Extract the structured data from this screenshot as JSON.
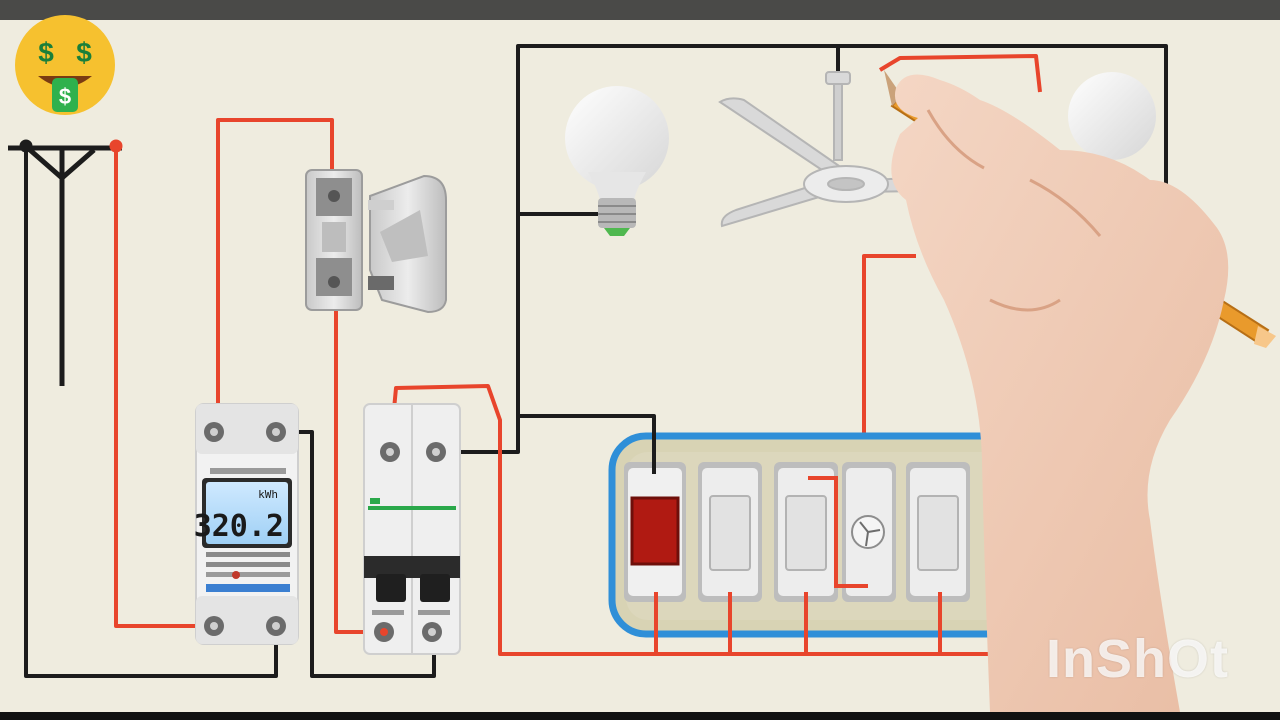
{
  "watermark": "InShOt",
  "meter": {
    "unit": "kWh",
    "reading": "320.2"
  },
  "colors": {
    "background": "#efecdf",
    "top_bar": "#4a4a48",
    "live_wire": "#e8452c",
    "neutral_wire": "#1c1c1c",
    "board_border": "#2f8fd8",
    "board_fill": "#d8d3b4",
    "indicator": "#b01a12",
    "pencil": "#e99a2c"
  },
  "icons": [
    "money-mouth-emoji-icon",
    "utility-pole-icon",
    "energy-meter-icon",
    "fuse-icon",
    "circuit-breaker-icon",
    "bulb-icon",
    "ceiling-fan-icon",
    "switch-board-icon",
    "hand-with-pencil-icon"
  ]
}
